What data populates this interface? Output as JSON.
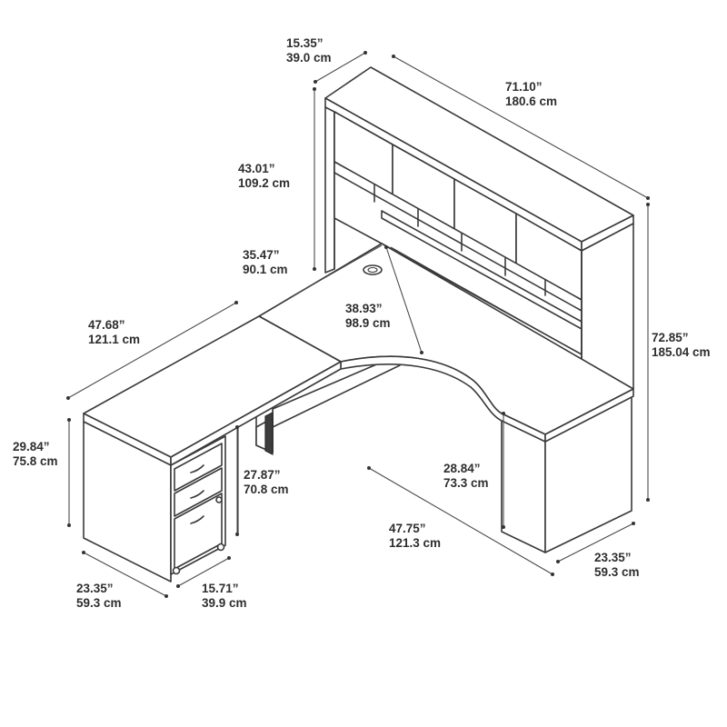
{
  "dimensions": [
    {
      "id": "hutch-depth",
      "inches": "15.35”",
      "cm": "39.0 cm"
    },
    {
      "id": "hutch-width",
      "inches": "71.10”",
      "cm": "180.6 cm"
    },
    {
      "id": "hutch-height",
      "inches": "43.01”",
      "cm": "109.2 cm"
    },
    {
      "id": "corner-side",
      "inches": "35.47”",
      "cm": "90.1 cm"
    },
    {
      "id": "corner-diagonal",
      "inches": "38.93”",
      "cm": "98.9 cm"
    },
    {
      "id": "return-length",
      "inches": "47.68”",
      "cm": "121.1 cm"
    },
    {
      "id": "overall-height",
      "inches": "72.85”",
      "cm": "185.04 cm"
    },
    {
      "id": "desk-height",
      "inches": "29.84”",
      "cm": "75.8 cm"
    },
    {
      "id": "knee-height-right",
      "inches": "28.84”",
      "cm": "73.3 cm"
    },
    {
      "id": "knee-height-left",
      "inches": "27.87”",
      "cm": "70.8 cm"
    },
    {
      "id": "desk-length",
      "inches": "47.75”",
      "cm": "121.3 cm"
    },
    {
      "id": "desk-depth-right",
      "inches": "23.35”",
      "cm": "59.3 cm"
    },
    {
      "id": "pedestal-depth",
      "inches": "23.35”",
      "cm": "59.3 cm"
    },
    {
      "id": "pedestal-width",
      "inches": "15.71”",
      "cm": "39.9 cm"
    }
  ]
}
